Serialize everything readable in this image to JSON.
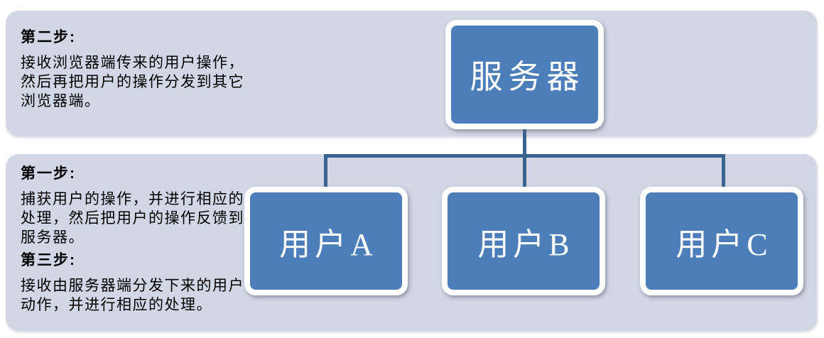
{
  "colors": {
    "panel_background": "#D2D7E5",
    "node_fill": "#4C7EBA",
    "node_border": "#FFFFFF",
    "node_text": "#FFFFFF",
    "connector_line": "#3A648F",
    "panel_text": "#000000"
  },
  "panels": {
    "step2": {
      "heading": "第二步:",
      "lines": [
        "接收浏览器端传来的用户操作，",
        "然后再把用户的操作分发到其它",
        "浏览器端。"
      ]
    },
    "step1": {
      "heading": "第一步:",
      "lines": [
        "捕获用户的操作，并进行相应的",
        "处理，然后把用户的操作反馈到",
        "服务器。"
      ]
    },
    "step3": {
      "heading": "第三步:",
      "lines": [
        "接收由服务器端分发下来的用户",
        "动作，并进行相应的处理。"
      ]
    }
  },
  "diagram": {
    "root": {
      "label": "服务器"
    },
    "children": [
      {
        "label": "用户A"
      },
      {
        "label": "用户B"
      },
      {
        "label": "用户C"
      }
    ]
  }
}
